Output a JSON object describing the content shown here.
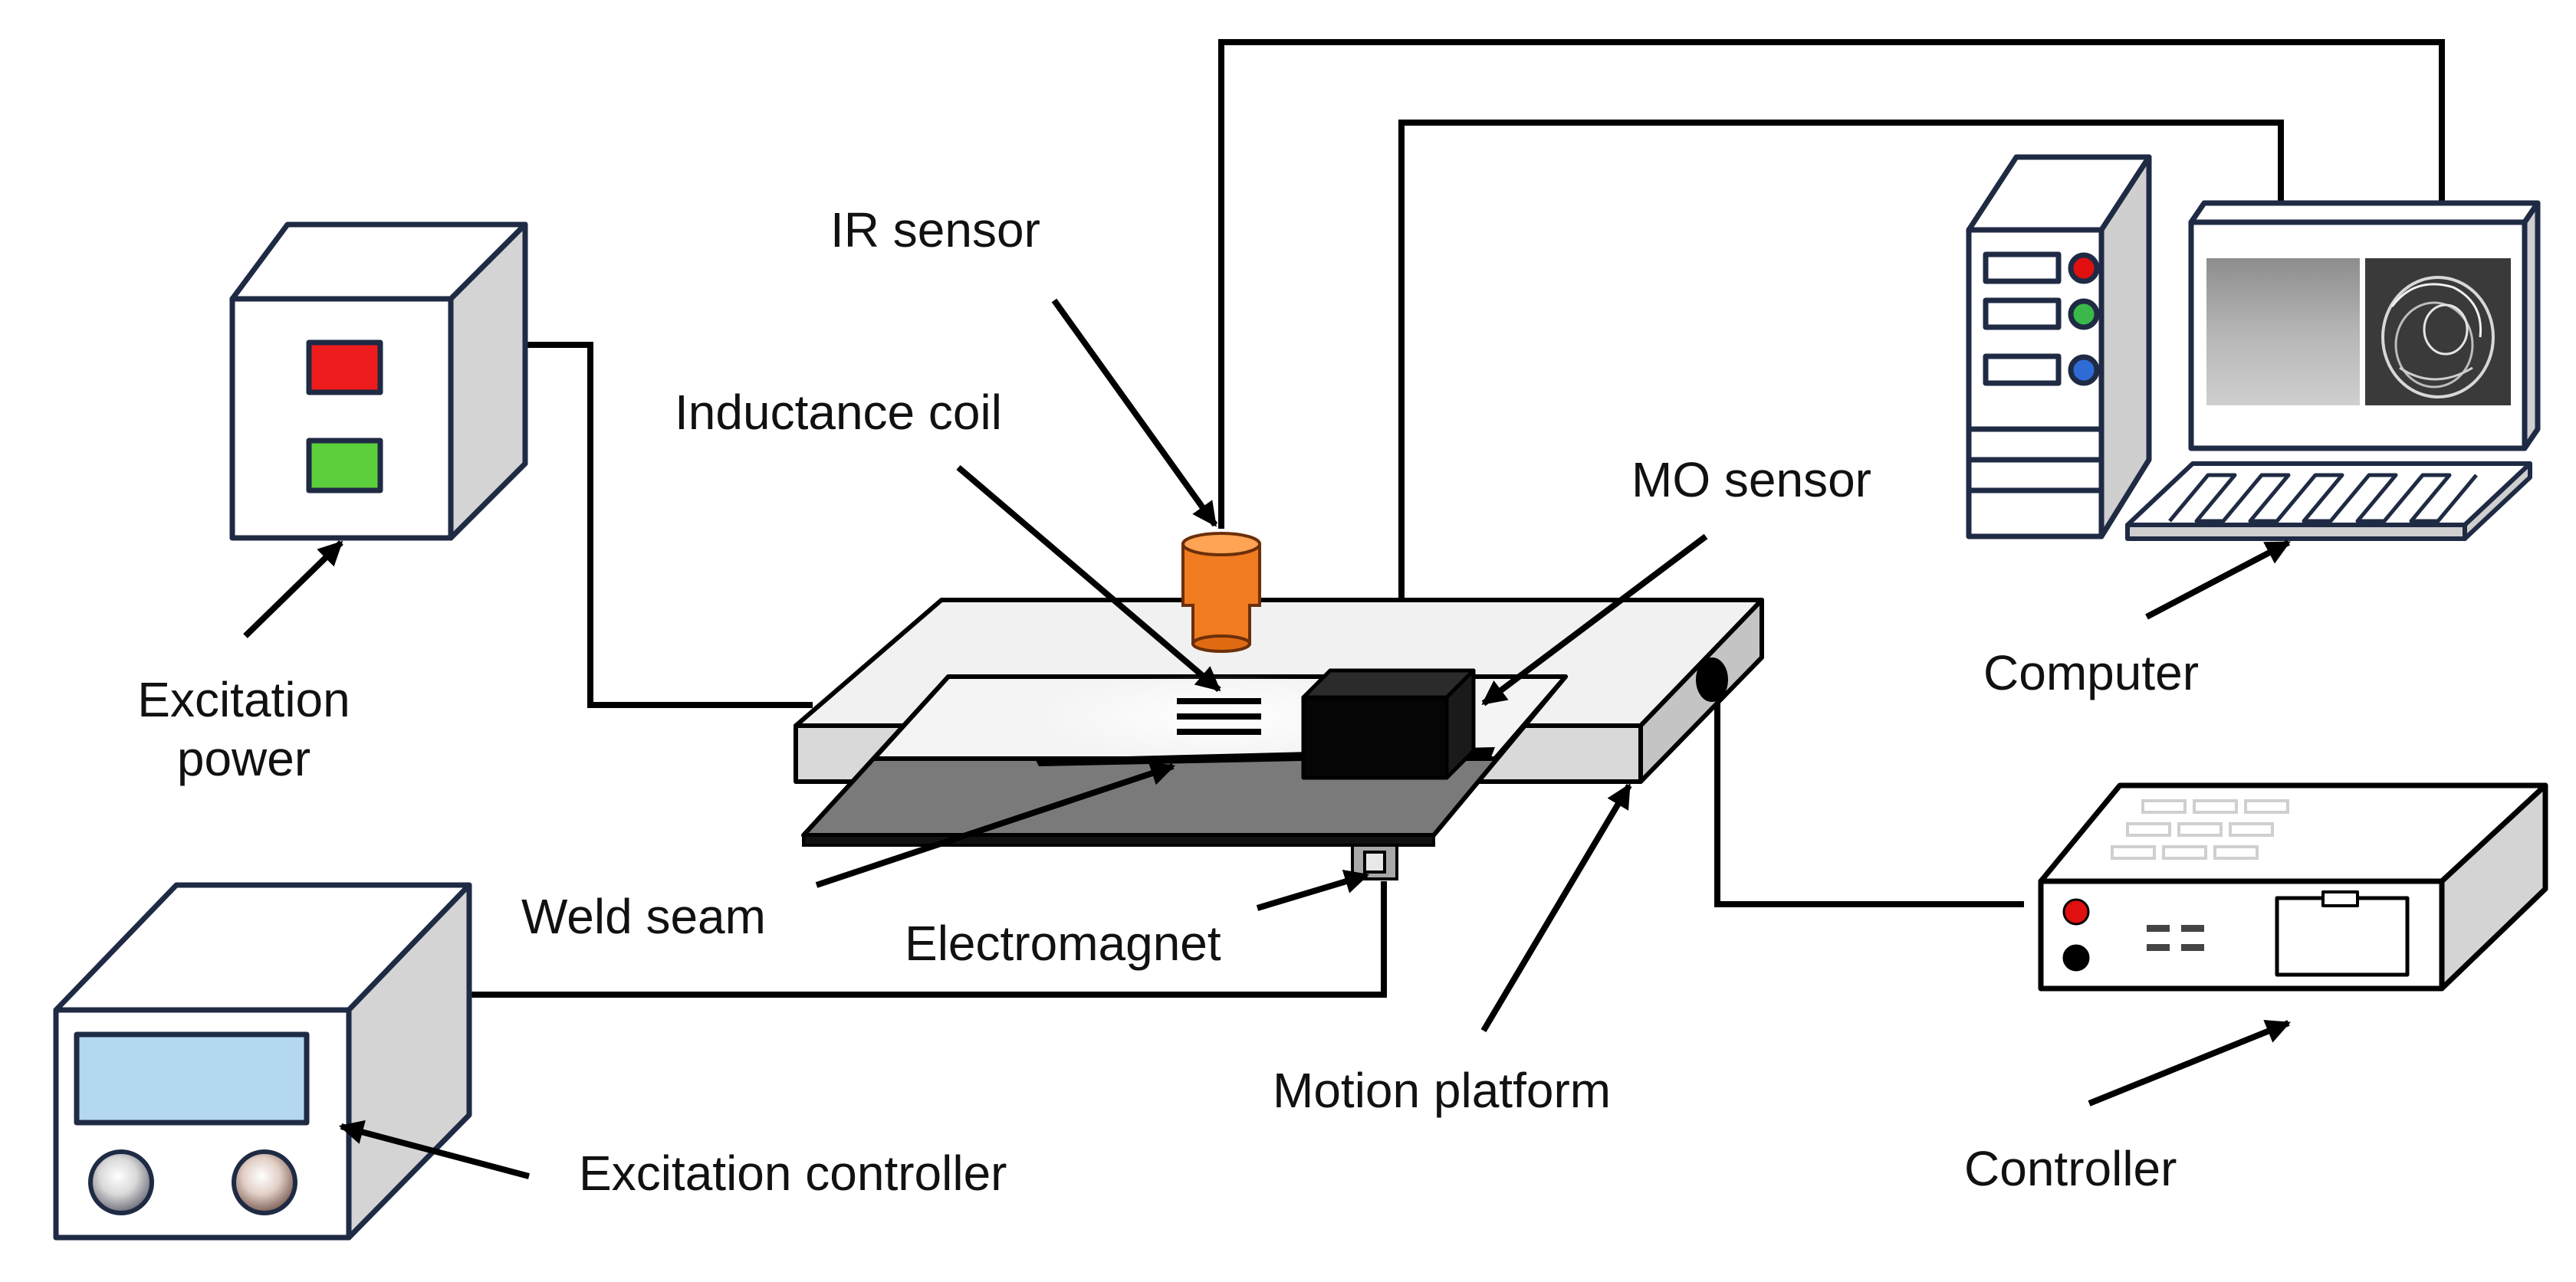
{
  "labels": {
    "ir_sensor": "IR sensor",
    "inductance_coil": "Inductance coil",
    "mo_sensor": "MO sensor",
    "computer": "Computer",
    "excitation_power_line1": "Excitation",
    "excitation_power_line2": "power",
    "weld_seam": "Weld seam",
    "electromagnet": "Electromagnet",
    "motion_platform": "Motion platform",
    "excitation_controller": "Excitation controller",
    "controller": "Controller"
  },
  "colors": {
    "power_indicator_red": "#ee1c1c",
    "power_indicator_green": "#5ccf3c",
    "ir_sensor_orange": "#f07b20",
    "screen_blue": "#b4d8f0",
    "led_red": "#e01010",
    "led_green": "#3ab84a",
    "led_blue": "#2e6bd6"
  }
}
